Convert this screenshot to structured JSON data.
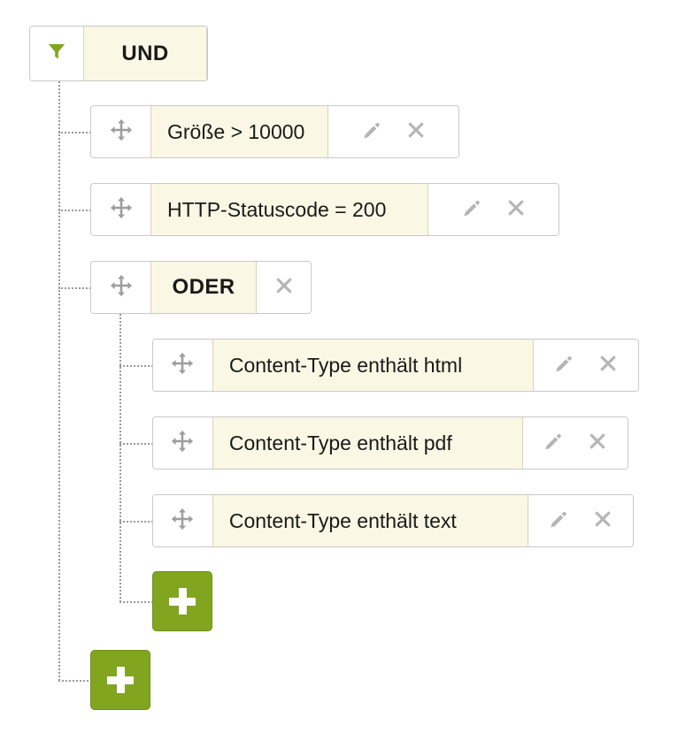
{
  "filter_tree": {
    "root": {
      "icon": "filter-funnel-icon",
      "label": "UND",
      "accent_color": "#82a520",
      "label_background": "#faf8e4"
    },
    "children": [
      {
        "type": "condition",
        "label": "Größe > 10000",
        "handle_icon": "move-arrows-icon",
        "edit_icon": "pencil-icon",
        "delete_icon": "close-x-icon"
      },
      {
        "type": "condition",
        "label": "HTTP-Statuscode = 200",
        "handle_icon": "move-arrows-icon",
        "edit_icon": "pencil-icon",
        "delete_icon": "close-x-icon"
      },
      {
        "type": "group",
        "label": "ODER",
        "handle_icon": "move-arrows-icon",
        "delete_icon": "close-x-icon",
        "children": [
          {
            "type": "condition",
            "label": "Content-Type enthält html",
            "handle_icon": "move-arrows-icon",
            "edit_icon": "pencil-icon",
            "delete_icon": "close-x-icon"
          },
          {
            "type": "condition",
            "label": "Content-Type enthält pdf",
            "handle_icon": "move-arrows-icon",
            "edit_icon": "pencil-icon",
            "delete_icon": "close-x-icon"
          },
          {
            "type": "condition",
            "label": "Content-Type enthält text",
            "handle_icon": "move-arrows-icon",
            "edit_icon": "pencil-icon",
            "delete_icon": "close-x-icon"
          }
        ],
        "add_button": {
          "icon": "plus-icon",
          "color": "#82a520"
        }
      }
    ],
    "add_button": {
      "icon": "plus-icon",
      "color": "#82a520"
    }
  }
}
